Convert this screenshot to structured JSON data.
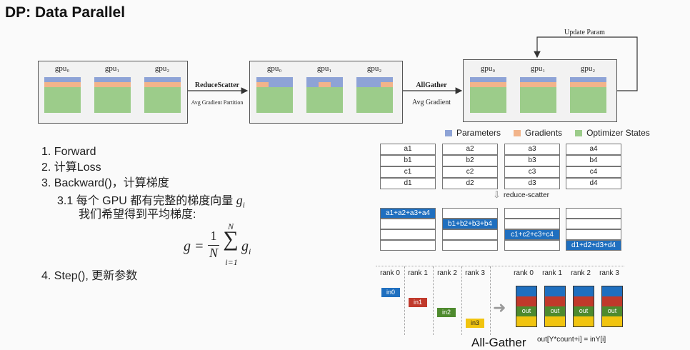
{
  "title": "DP: Data Parallel",
  "gpu_labels": [
    "gpu₀",
    "gpu₁",
    "gpu₂"
  ],
  "arrows": {
    "reducescatter": {
      "name": "ReduceScatter",
      "sub": "Avg Gradient Partition"
    },
    "allgather": {
      "name": "AllGather",
      "sub": "Avg Gradient"
    },
    "update": "Update Param"
  },
  "legend": [
    {
      "label": "Parameters",
      "color": "#8ea3d6"
    },
    {
      "label": "Gradients",
      "color": "#f2b48a"
    },
    {
      "label": "Optimizer States",
      "color": "#9ccc8a"
    }
  ],
  "steps": [
    "1. Forward",
    "2. 计算Loss",
    "3. Backward()，计算梯度",
    "4. Step(), 更新参数"
  ],
  "substep": {
    "line1": "3.1 每个 GPU 都有完整的梯度向量",
    "var": "g",
    "sub": "i",
    "line2": "我们希望得到平均梯度:"
  },
  "formula": {
    "lhs": "g =",
    "num": "1",
    "den": "N",
    "top": "N",
    "bottom": "i=1",
    "sum": "∑",
    "term": "g",
    "term_sub": "i"
  },
  "rs_table": {
    "columns": [
      [
        "a1",
        "b1",
        "c1",
        "d1"
      ],
      [
        "a2",
        "b2",
        "c2",
        "d2"
      ],
      [
        "a3",
        "b3",
        "c3",
        "d3"
      ],
      [
        "a4",
        "b4",
        "c4",
        "d4"
      ]
    ],
    "op_label": "reduce-scatter",
    "results": [
      "a1+a2+a3+a4",
      "b1+b2+b3+b4",
      "c1+c2+c3+c4",
      "d1+d2+d3+d4"
    ]
  },
  "allgather": {
    "ranks": [
      "rank 0",
      "rank 1",
      "rank 2",
      "rank 3"
    ],
    "inputs": [
      {
        "label": "in0",
        "color": "#1f6fbf"
      },
      {
        "label": "in1",
        "color": "#c0392b"
      },
      {
        "label": "in2",
        "color": "#4e8a2e"
      },
      {
        "label": "in3",
        "color": "#f1c40f"
      }
    ],
    "out_label": "out",
    "caption": "All-Gather",
    "formula": "out[Y*count+i] = inY[i]"
  }
}
